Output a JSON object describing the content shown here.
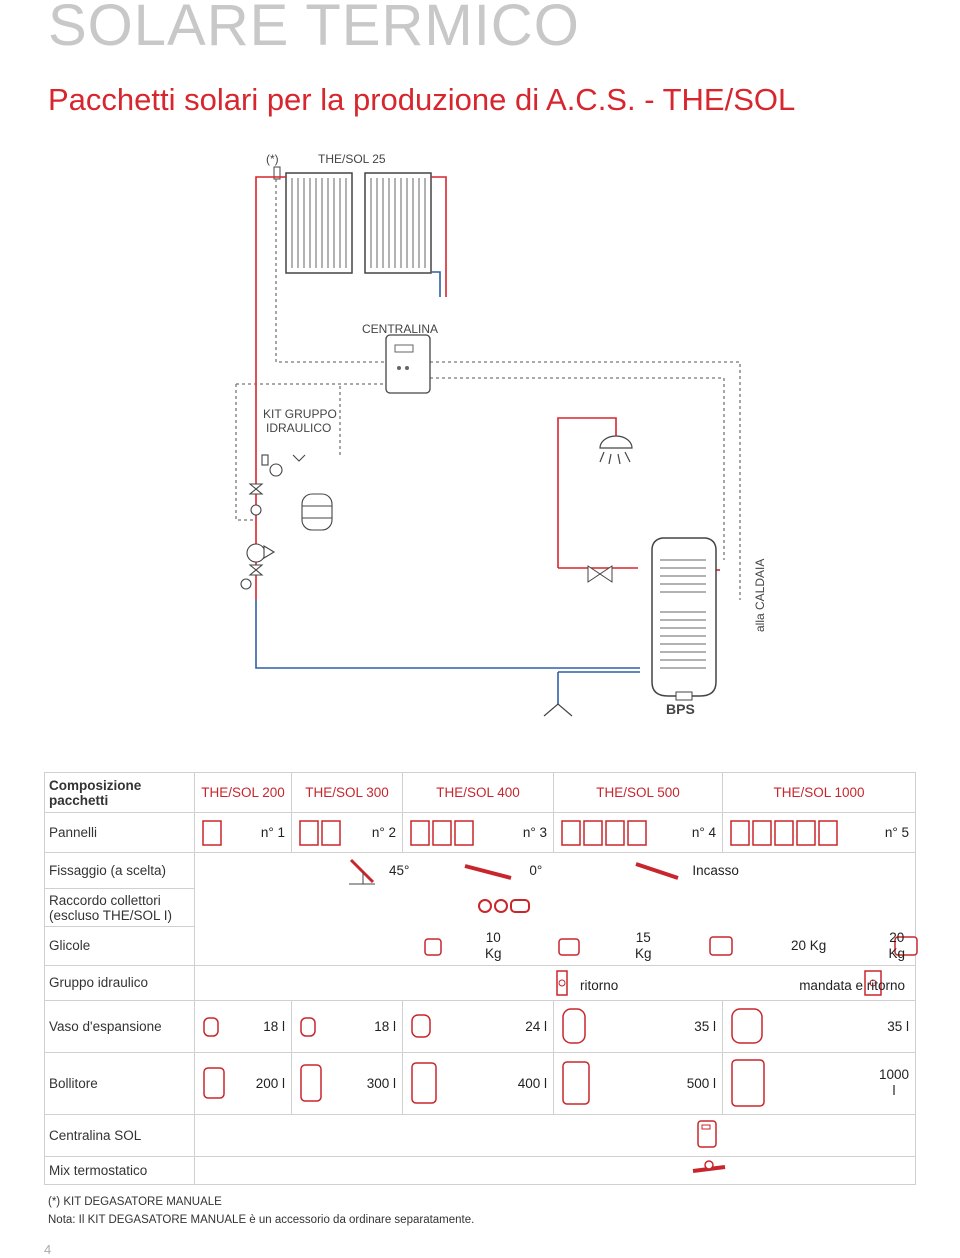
{
  "header": {
    "title": "SOLARE TERMICO",
    "subtitle": "Pacchetti solari per la produzione di A.C.S. - THE/SOL"
  },
  "diagram": {
    "degas_label": "(*)",
    "panels_label": "THE/SOL 25",
    "controller_label": "CENTRALINA",
    "hydraulic_kit_label_1": "KIT GRUPPO",
    "hydraulic_kit_label_2": "IDRAULICO",
    "boiler_side_label": "alla CALDAIA",
    "tank_label": "BPS",
    "colors": {
      "hot": "#d7262d",
      "cold": "#2f5fa8",
      "dashed": "#777777"
    }
  },
  "table": {
    "composition_label_1": "Composizione",
    "composition_label_2": "pacchetti",
    "models": [
      "THE/SOL 200",
      "THE/SOL 300",
      "THE/SOL 400",
      "THE/SOL 500",
      "THE/SOL 1000"
    ],
    "rows": {
      "pannelli": {
        "label": "Pannelli",
        "values": [
          "n° 1",
          "n° 2",
          "n° 3",
          "n° 4",
          "n° 5"
        ]
      },
      "fissaggio": {
        "label": "Fissaggio (a scelta)",
        "opt1": "45°",
        "opt2": "0°",
        "opt3": "Incasso"
      },
      "raccordo": {
        "label_1": "Raccordo collettori",
        "label_2": "(escluso THE/SOL I)"
      },
      "glicole": {
        "label": "Glicole",
        "v1": "10",
        "v1u": "Kg",
        "v2": "15",
        "v2u": "Kg",
        "v3": "20 Kg",
        "v4": "20",
        "v4u": "Kg"
      },
      "gruppo": {
        "label": "Gruppo idraulico",
        "v1": "ritorno",
        "v2": "mandata e ritorno"
      },
      "vaso": {
        "label": "Vaso d'espansione",
        "values": [
          "18 l",
          "18 l",
          "24 l",
          "35 l",
          "35 l"
        ]
      },
      "bollitore": {
        "label": "Bollitore",
        "values": [
          "200 l",
          "300 l",
          "400 l",
          "500 l"
        ],
        "last_1": "1000",
        "last_2": "l"
      },
      "centralina": {
        "label": "Centralina SOL"
      },
      "mix": {
        "label": "Mix termostatico"
      }
    }
  },
  "footer": {
    "note_1": "(*)   KIT DEGASATORE MANUALE",
    "note_2": "Nota: Il KIT DEGASATORE MANUALE è un accessorio da ordinare separatamente.",
    "page_number": "4"
  }
}
